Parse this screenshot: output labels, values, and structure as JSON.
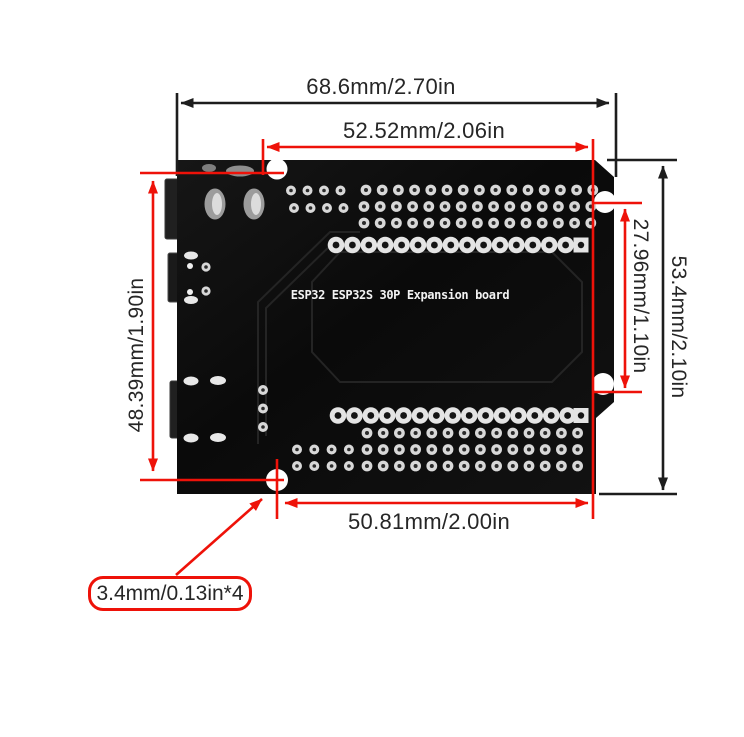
{
  "board": {
    "silkscreen_label": "ESP32 ESP32S 30P Expansion board",
    "color": "#0d0d0d",
    "silkscreen_color": "#f2f2f2",
    "pad_silver": "#e4e4e4",
    "mounting_hole_color": "#ffffff"
  },
  "annotations": {
    "overall_width": "68.6mm/2.70in",
    "top_pin_span": "52.52mm/2.06in",
    "overall_height": "53.4mm/2.10in",
    "right_hole_span": "27.96mm/1.10in",
    "left_hole_span": "48.39mm/1.90in",
    "bottom_pin_span": "50.81mm/2.00in",
    "mounting_hole_callout": "3.4mm/0.13in*4"
  },
  "colors": {
    "dimension_red": "#ee1209",
    "dimension_black": "#1d1d1d",
    "label_text": "#262626",
    "background": "#ffffff"
  }
}
